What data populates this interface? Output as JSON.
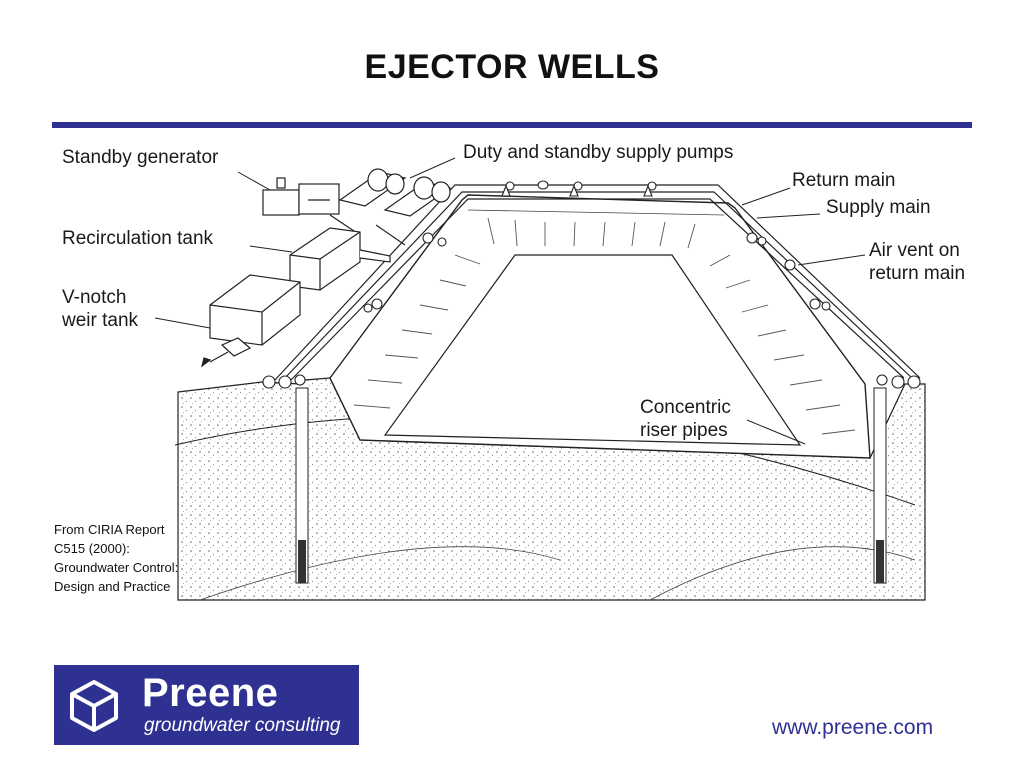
{
  "title": "EJECTOR WELLS",
  "labels": {
    "standby_generator": "Standby generator",
    "supply_pumps": "Duty and standby supply pumps",
    "recirculation_tank": "Recirculation tank",
    "vnotch_line1": "V-notch",
    "vnotch_line2": "weir tank",
    "return_main": "Return main",
    "supply_main": "Supply main",
    "air_vent_line1": "Air vent on",
    "air_vent_line2": "return main",
    "riser_line1": "Concentric",
    "riser_line2": "riser pipes"
  },
  "credit": {
    "line1": "From CIRIA Report",
    "line2": "C515 (2000):",
    "line3": "Groundwater Control:",
    "line4": "Design and Practice"
  },
  "logo": {
    "name": "Preene",
    "tagline": "groundwater consulting",
    "icon": "cube-icon"
  },
  "footer": {
    "url": "www.preene.com"
  },
  "colors": {
    "brand": "#2e3192",
    "line": "#1a1a1a"
  }
}
